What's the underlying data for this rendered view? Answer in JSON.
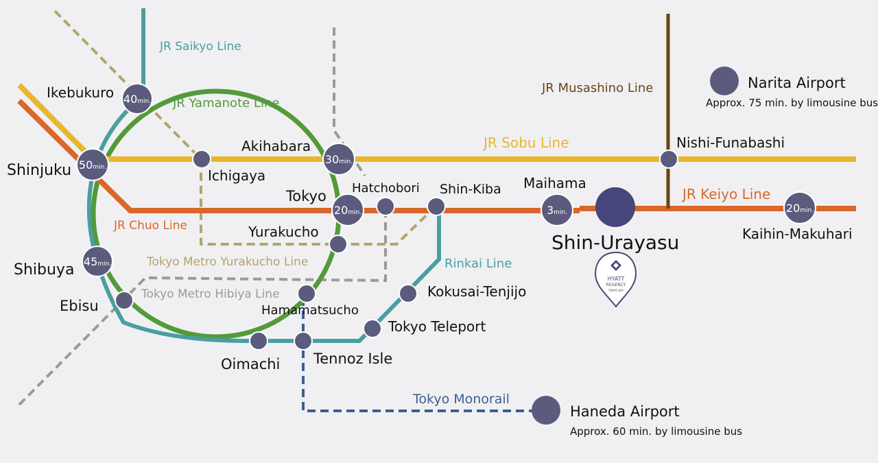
{
  "colors": {
    "background": "#f0f0f2",
    "station": "#5b5b7e",
    "hub": "#46467a",
    "saikyo": "#4a9ea0",
    "yamanote": "#549a3a",
    "sobu": "#e9b62f",
    "chuo": "#d9662a",
    "keiyo": "#d9662a",
    "musashino": "#6a4512",
    "yurakucho": "#b3a46a",
    "hibiya": "#9a9a9a",
    "rinkai": "#4a9ea0",
    "monorail": "#3c5e92",
    "hyatt": "#4e4478"
  },
  "lines": {
    "saikyo": "JR Saikyo Line",
    "yamanote": "JR Yamanote Line",
    "musashino": "JR Musashino Line",
    "sobu": "JR Sobu Line",
    "keiyo": "JR Keiyo Line",
    "chuo": "JR Chuo Line",
    "yurakucho": "Tokyo Metro Yurakucho Line",
    "hibiya": "Tokyo Metro Hibiya Line",
    "rinkai": "Rinkai Line",
    "monorail": "Tokyo Monorail"
  },
  "stations": {
    "ikebukuro": "Ikebukuro",
    "shinjuku": "Shinjuku",
    "shibuya": "Shibuya",
    "ebisu": "Ebisu",
    "ichigaya": "Ichigaya",
    "akihabara": "Akihabara",
    "tokyo": "Tokyo",
    "yurakucho": "Yurakucho",
    "hatchobori": "Hatchobori",
    "shin_kiba": "Shin-Kiba",
    "maihama": "Maihama",
    "shin_urayasu": "Shin-Urayasu",
    "nishi_funabashi": "Nishi-Funabashi",
    "kaihin_makuhari": "Kaihin-Makuhari",
    "hamamatsucho": "Hamamatsucho",
    "kokusai_tenjijo": "Kokusai-Tenjijo",
    "tokyo_teleport": "Tokyo Teleport",
    "oimachi": "Oimachi",
    "tennoz_isle": "Tennoz Isle"
  },
  "travel_times": {
    "ikebukuro": "40",
    "shinjuku": "50",
    "shibuya": "45",
    "akihabara": "30",
    "tokyo": "20",
    "maihama": "3",
    "kaihin_makuhari": "20",
    "unit": "min."
  },
  "airports": {
    "narita": {
      "name": "Narita Airport",
      "note": "Approx. 75 min. by limousine bus"
    },
    "haneda": {
      "name": "Haneda Airport",
      "note": "Approx. 60 min. by limousine bus"
    }
  },
  "hotel": {
    "brand": "HYATT",
    "sub": "REGENCY",
    "place": "TOKYO BAY",
    "icon": "hyatt-pin-icon"
  }
}
